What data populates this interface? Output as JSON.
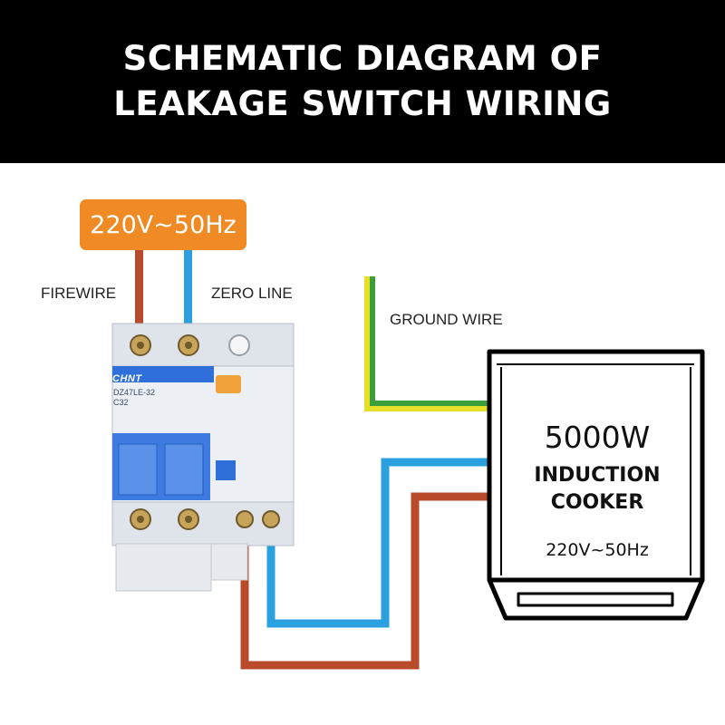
{
  "header": {
    "title_line1": "SCHEMATIC DIAGRAM OF",
    "title_line2": "LEAKAGE SWITCH WIRING"
  },
  "supply": {
    "voltage_label": "220V~50Hz"
  },
  "wires": {
    "fire_label": "FIREWIRE",
    "zero_label": "ZERO LINE",
    "ground_label": "GROUND WIRE"
  },
  "breaker": {
    "brand": "CHNT",
    "model": "DZ47LE-32",
    "rating": "C32"
  },
  "cooker": {
    "power": "5000W",
    "name_line1": "INDUCTION",
    "name_line2": "COOKER",
    "voltage": "220V~50Hz"
  },
  "colors": {
    "header_bg": "#000000",
    "badge": "#f08a24",
    "fire_wire": "#b84a2a",
    "zero_wire": "#2aa1de",
    "ground_yellow": "#e6df2a",
    "ground_green": "#3a9e3a",
    "breaker_body": "#dfe3ea",
    "breaker_accent": "#2f6fd9"
  }
}
